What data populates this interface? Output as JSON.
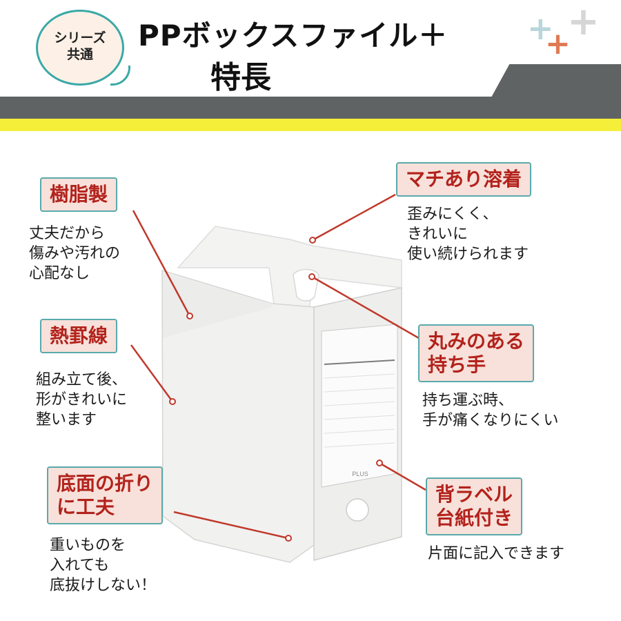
{
  "header": {
    "badge_line1": "シリーズ",
    "badge_line2": "共通",
    "title": "PPボックスファイル＋",
    "subtitle": "特長"
  },
  "decor": {
    "plus_light_blue": "+",
    "plus_orange": "+",
    "plus_gray": "+"
  },
  "product": {
    "brand_label": "PLUS"
  },
  "features": {
    "resin": {
      "label": "樹脂製",
      "desc": [
        "丈夫だから",
        "傷みや汚れの",
        "心配なし"
      ]
    },
    "heat_crease": {
      "label": "熱罫線",
      "desc": [
        "組み立て後、",
        "形がきれいに",
        "整います"
      ]
    },
    "bottom_fold": {
      "label": [
        "底面の折り",
        "に工夫"
      ],
      "desc": [
        "重いものを",
        "入れても",
        "底抜けしない！"
      ]
    },
    "gusset_weld": {
      "label": "マチあり溶着",
      "desc": [
        "歪みにくく、",
        "きれいに",
        "使い続けられます"
      ]
    },
    "handle": {
      "label": [
        "丸みのある",
        "持ち手"
      ],
      "desc": [
        "持ち運ぶ時、",
        "手が痛くなりにくい"
      ]
    },
    "spine_label": {
      "label": [
        "背ラベル",
        "台紙付き"
      ],
      "desc": [
        "片面に記入できます"
      ]
    }
  },
  "colors": {
    "label_text": "#b3221c",
    "label_bg": "#f7e1da",
    "label_border": "#59a9ac",
    "band_gray": "#5f6364",
    "band_yellow": "#f6ef3a",
    "badge_border": "#3aa9a7",
    "leader_line": "#c0392b"
  }
}
